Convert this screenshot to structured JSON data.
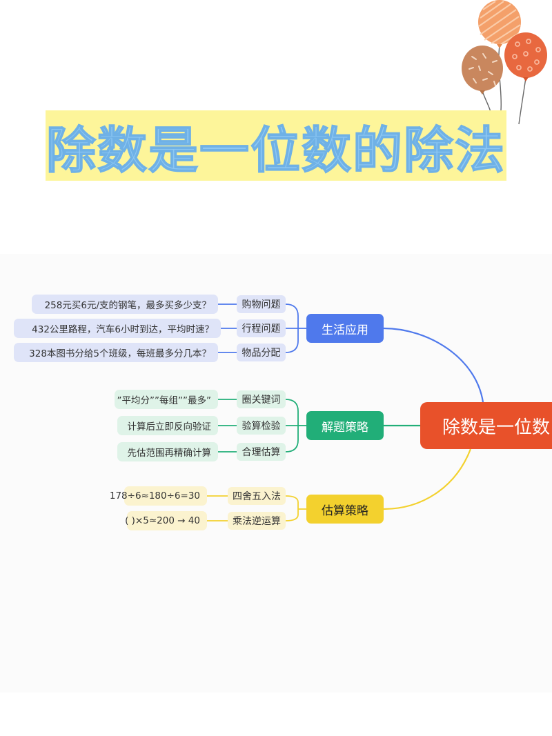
{
  "title": "除数是一位数的除法",
  "mindmap": {
    "root": "除数是一位数",
    "branches": [
      {
        "label": "生活应用",
        "color": "#4f79ec",
        "items": [
          {
            "label": "购物问题",
            "example": "258元买6元/支的钢笔，最多买多少支？"
          },
          {
            "label": "行程问题",
            "example": "432公里路程，汽车6小时到达，平均时速？"
          },
          {
            "label": "物品分配",
            "example": "328本图书分给5个班级，每班最多分几本？"
          }
        ]
      },
      {
        "label": "解题策略",
        "color": "#21ae78",
        "items": [
          {
            "label": "圈关键词",
            "example": "”平均分””每组””最多”"
          },
          {
            "label": "验算检验",
            "example": "计算后立即反向验证"
          },
          {
            "label": "合理估算",
            "example": "先估范围再精确计算"
          }
        ]
      },
      {
        "label": "估算策略",
        "color": "#f3d12e",
        "items": [
          {
            "label": "四舍五入法",
            "example": "178÷6≈180÷6=30"
          },
          {
            "label": "乘法逆运算",
            "example": "( )×5≈200 → 40"
          }
        ]
      }
    ],
    "root_color": "#e8512a"
  },
  "decorations": {
    "balloons": [
      "orange-striped-balloon",
      "brown-sprinkle-balloon",
      "red-dotted-balloon"
    ]
  }
}
